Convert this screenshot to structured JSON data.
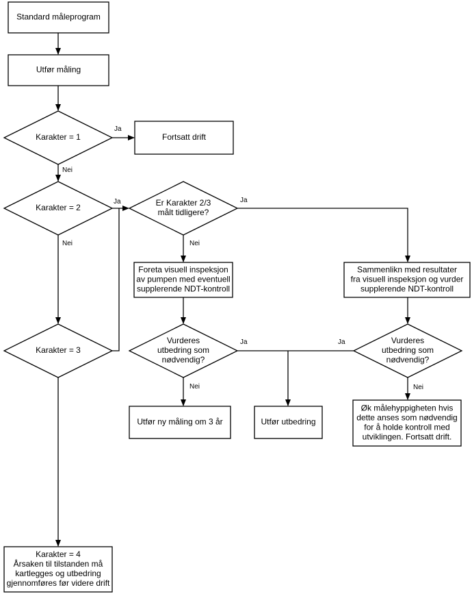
{
  "nodes": {
    "standard_program": [
      "Standard måleprogram"
    ],
    "perform_measurement": [
      "Utfør måling"
    ],
    "grade1": [
      "Karakter = 1"
    ],
    "continue_operation": [
      "Fortsatt drift"
    ],
    "grade2": [
      "Karakter = 2"
    ],
    "measured_before": [
      "Er Karakter 2/3",
      "målt tidligere?"
    ],
    "visual_inspection": [
      "Foreta visuell inspeksjon",
      "av pumpen med eventuell",
      "supplerende NDT-kontroll"
    ],
    "compare_results": [
      "Sammenlikn med resultater",
      "fra visuell inspeksjon og vurder",
      "supplerende NDT-kontroll"
    ],
    "grade3": [
      "Karakter = 3"
    ],
    "repair_needed_left": [
      "Vurderes",
      "utbedring  som",
      "nødvendig?"
    ],
    "repair_needed_right": [
      "Vurderes",
      "utbedring som",
      "nødvendig?"
    ],
    "new_measurement": [
      "Utfør ny måling om 3 år"
    ],
    "perform_repair": [
      "Utfør utbedring"
    ],
    "increase_frequency": [
      "Øk målehyppigheten hvis",
      "dette anses som nødvendig",
      "for å holde kontroll med",
      "utviklingen. Fortsatt drift."
    ],
    "grade4": [
      "Karakter = 4",
      "Årsaken til tilstanden må",
      "kartlegges og utbedring",
      "gjennomføres før videre drift"
    ]
  },
  "edge_labels": {
    "yes": "Ja",
    "no": "Nei"
  }
}
